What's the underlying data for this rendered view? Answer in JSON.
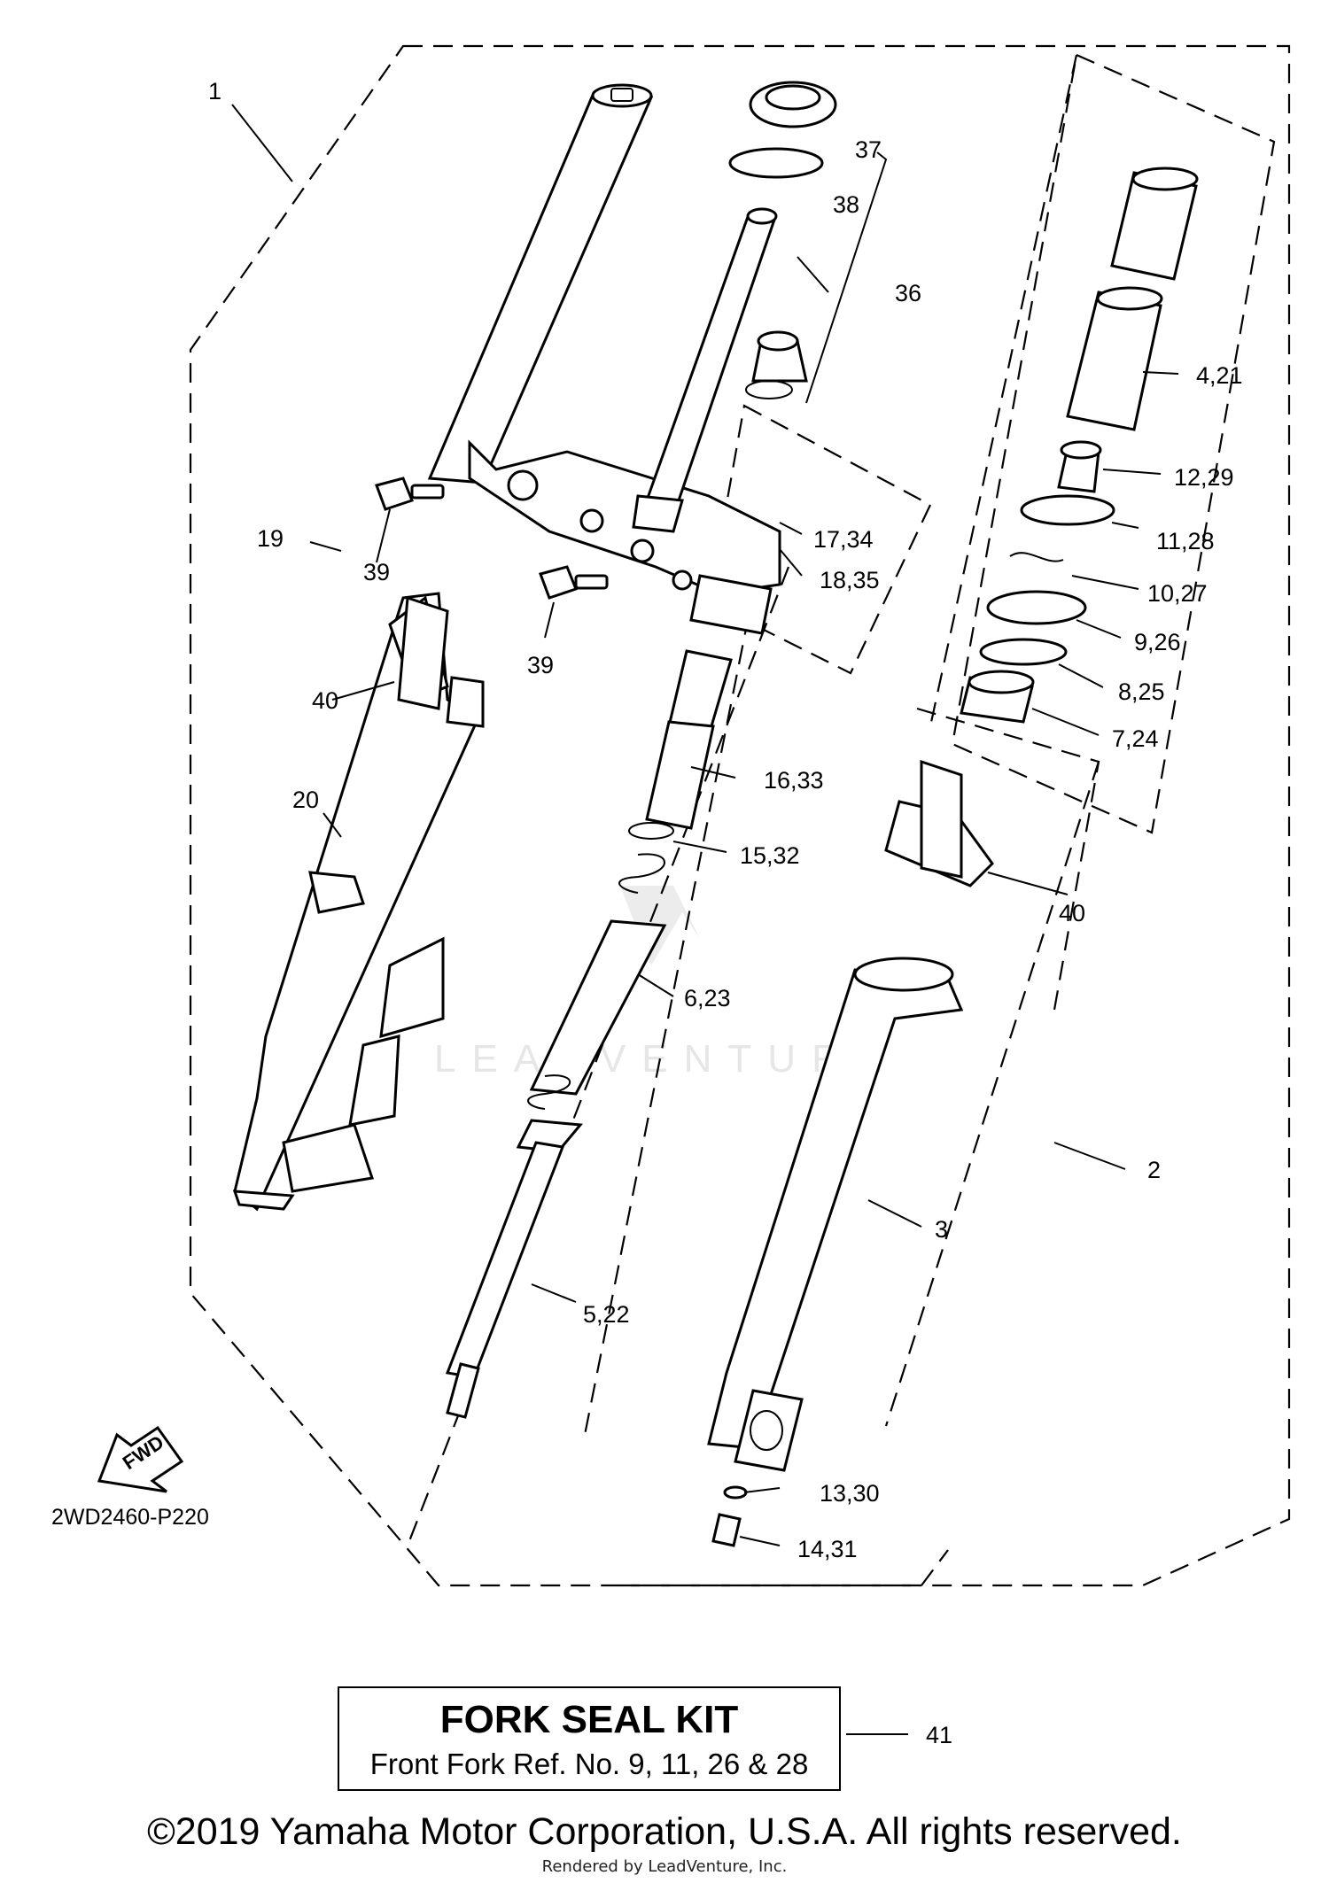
{
  "diagram": {
    "drawing_code": "2WD2460-P220",
    "fwd_label": "FWD",
    "watermark": "LEADVENTURE",
    "callouts": {
      "c1": "1",
      "c2": "2",
      "c3": "3",
      "c4_21": "4,21",
      "c5_22": "5,22",
      "c6_23": "6,23",
      "c7_24": "7,24",
      "c8_25": "8,25",
      "c9_26": "9,26",
      "c10_27": "10,27",
      "c11_28": "11,28",
      "c12_29": "12,29",
      "c13_30": "13,30",
      "c14_31": "14,31",
      "c15_32": "15,32",
      "c16_33": "16,33",
      "c17_34": "17,34",
      "c18_35": "18,35",
      "c19": "19",
      "c20": "20",
      "c36": "36",
      "c37": "37",
      "c38": "38",
      "c39a": "39",
      "c39b": "39",
      "c40a": "40",
      "c40b": "40",
      "c41": "41"
    }
  },
  "kit": {
    "title": "FORK SEAL KIT",
    "subtitle": "Front Fork Ref. No. 9, 11, 26 & 28"
  },
  "footer": {
    "copyright": "©2019 Yamaha Motor Corporation, U.S.A. All rights reserved.",
    "rendered_by": "Rendered by LeadVenture, Inc."
  }
}
